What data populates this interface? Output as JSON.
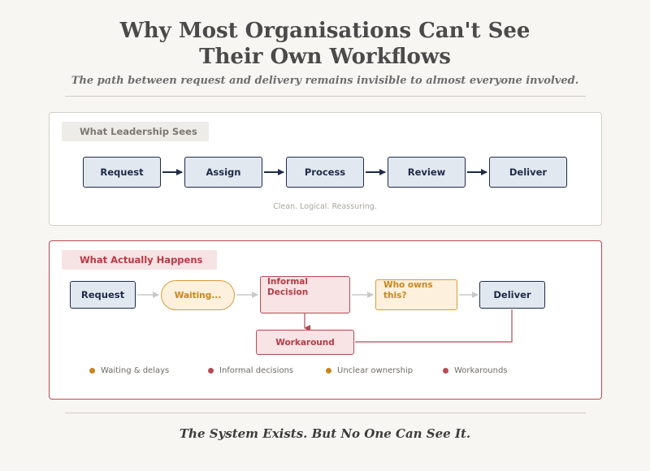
{
  "header": {
    "title_line1": "Why Most Organisations Can't See",
    "title_line2": "Their Own Workflows",
    "subtitle": "The path between request and delivery remains invisible to almost everyone involved."
  },
  "leadership": {
    "label": "What Leadership Sees",
    "steps": [
      "Request",
      "Assign",
      "Process",
      "Review",
      "Deliver"
    ],
    "caption": "Clean. Logical. Reassuring."
  },
  "actual": {
    "label": "What Actually Happens",
    "nodes": {
      "request": "Request",
      "waiting": "Waiting...",
      "informal_line1": "Informal",
      "informal_line2": "Decision",
      "who_line1": "Who owns",
      "who_line2": "this?",
      "deliver": "Deliver",
      "workaround": "Workaround"
    },
    "legend": [
      {
        "label": "Waiting & delays",
        "color": "#c8861e"
      },
      {
        "label": "Informal decisions",
        "color": "#b84a52"
      },
      {
        "label": "Unclear ownership",
        "color": "#c8861e"
      },
      {
        "label": "Workarounds",
        "color": "#b84a52"
      }
    ]
  },
  "footer": "The System Exists. But No One Can See It.",
  "colors": {
    "navy": "#1e2b48",
    "red": "#b84a52",
    "amber": "#d99a3c",
    "grey_arrow": "#c8c8c8"
  }
}
